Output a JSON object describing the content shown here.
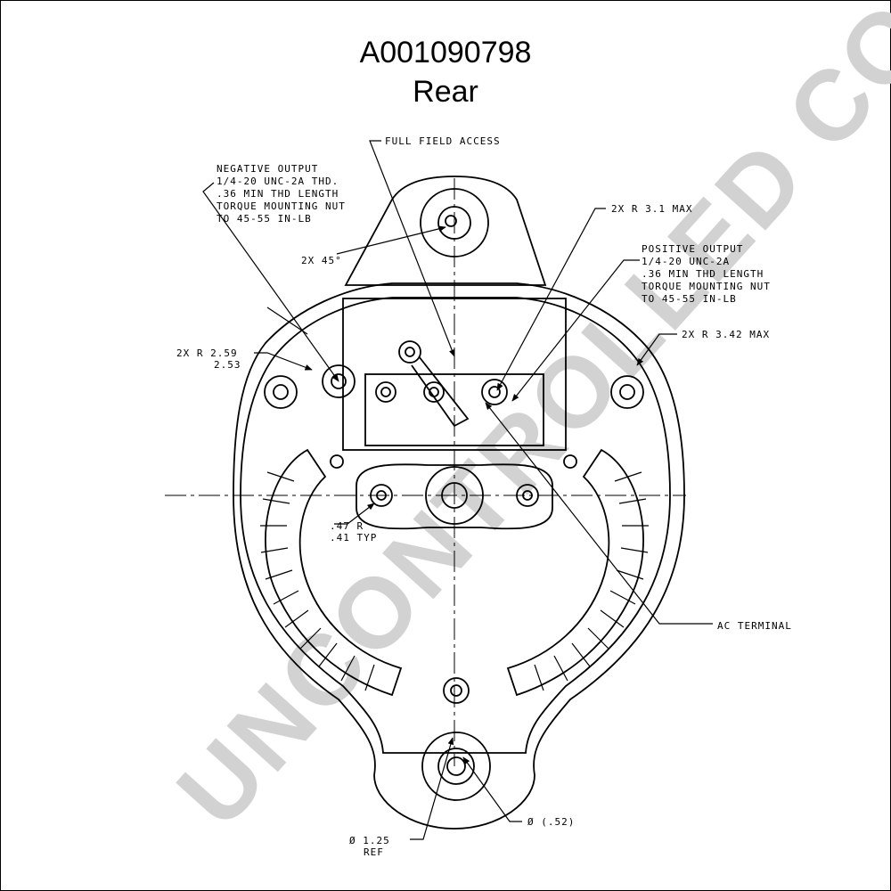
{
  "title": {
    "part_number": "A001090798",
    "view": "Rear"
  },
  "watermark": "UNCONTROLLED COPY",
  "callouts": {
    "full_field_access": "FULL FIELD ACCESS",
    "negative_output": [
      "NEGATIVE OUTPUT",
      "1/4-20 UNC-2A THD.",
      ".36 MIN THD LENGTH",
      "TORQUE MOUNTING NUT",
      "TO 45-55 IN-LB"
    ],
    "angle": "2X 45°",
    "radius_top": "2X R 3.1 MAX",
    "positive_output": [
      "POSITIVE OUTPUT",
      "1/4-20 UNC-2A",
      ".36 MIN THD LENGTH",
      "TORQUE MOUNTING NUT",
      "TO 45-55 IN-LB"
    ],
    "radius_side": "2X R 3.42 MAX",
    "radius_left": [
      "2X R 2.59",
      "2.53"
    ],
    "radius_center": [
      ".47 R",
      ".41 TYP"
    ],
    "ac_terminal": "AC TERMINAL",
    "bottom_hole": "Ø (.52)",
    "bottom_dia": [
      "Ø 1.25",
      "REF"
    ]
  }
}
